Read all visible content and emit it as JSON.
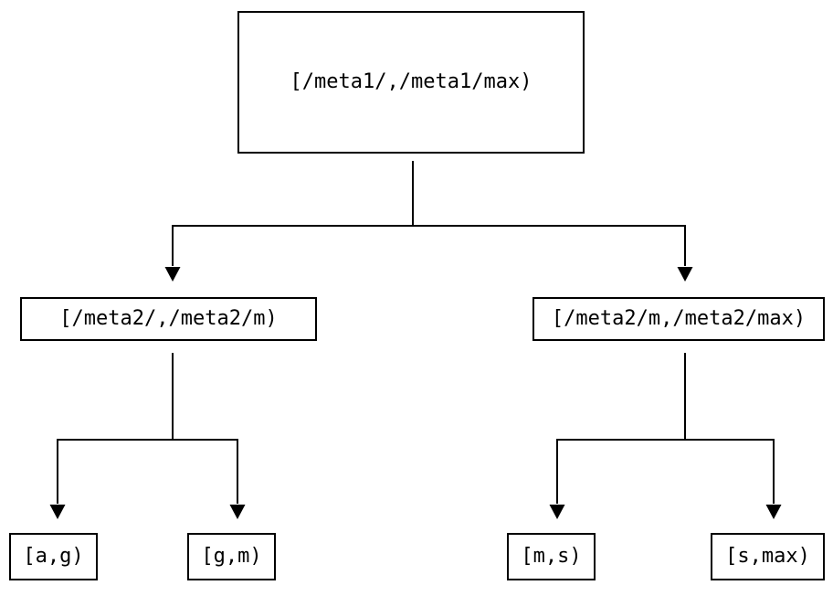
{
  "colors": {
    "background": "#ffffff",
    "line": "#000000",
    "text": "#000000",
    "node_border": "#000000"
  },
  "nodes": {
    "root": {
      "label": "[/meta1/,/meta1/max)"
    },
    "mid_left": {
      "label": "[/meta2/,/meta2/m)"
    },
    "mid_right": {
      "label": "[/meta2/m,/meta2/max)"
    },
    "leaf_ag": {
      "label": "[a,g)"
    },
    "leaf_gm": {
      "label": "[g,m)"
    },
    "leaf_ms": {
      "label": "[m,s)"
    },
    "leaf_smax": {
      "label": "[s,max)"
    }
  },
  "edges": [
    {
      "from": "root",
      "to": "mid_left"
    },
    {
      "from": "root",
      "to": "mid_right"
    },
    {
      "from": "mid_left",
      "to": "leaf_ag"
    },
    {
      "from": "mid_left",
      "to": "leaf_gm"
    },
    {
      "from": "mid_right",
      "to": "leaf_ms"
    },
    {
      "from": "mid_right",
      "to": "leaf_smax"
    }
  ]
}
